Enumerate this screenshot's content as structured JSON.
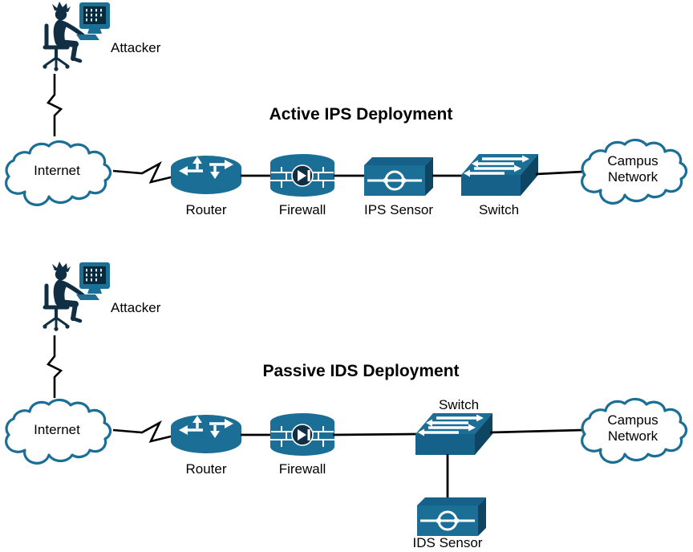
{
  "colors": {
    "device": "#1b6e96",
    "device-mid": "#15618a",
    "device-side": "#0d4563",
    "dark": "#112f44",
    "screen": "#0a2a3c",
    "line": "#000000",
    "text": "#000000",
    "bg": "#ffffff"
  },
  "icons": {
    "attacker": "person-at-computer-icon",
    "internet": "cloud-icon",
    "campus": "cloud-icon",
    "router": "router-cylinder-arrows-icon",
    "firewall": "brick-cylinder-diode-icon",
    "sensor": "sensor-box-circle-icon",
    "switch": "switch-3d-arrows-icon",
    "attack_link": "lightning-zigzag-link",
    "link": "straight-line-link"
  },
  "top": {
    "title": "Active IPS Deployment",
    "attacker_label": "Attacker",
    "internet_label": "Internet",
    "campus_label": "Campus\nNetwork",
    "router_label": "Router",
    "firewall_label": "Firewall",
    "sensor_label": "IPS Sensor",
    "switch_label": "Switch"
  },
  "bottom": {
    "title": "Passive IDS Deployment",
    "attacker_label": "Attacker",
    "internet_label": "Internet",
    "campus_label": "Campus\nNetwork",
    "router_label": "Router",
    "firewall_label": "Firewall",
    "switch_label": "Switch",
    "sensor_label": "IDS Sensor"
  }
}
